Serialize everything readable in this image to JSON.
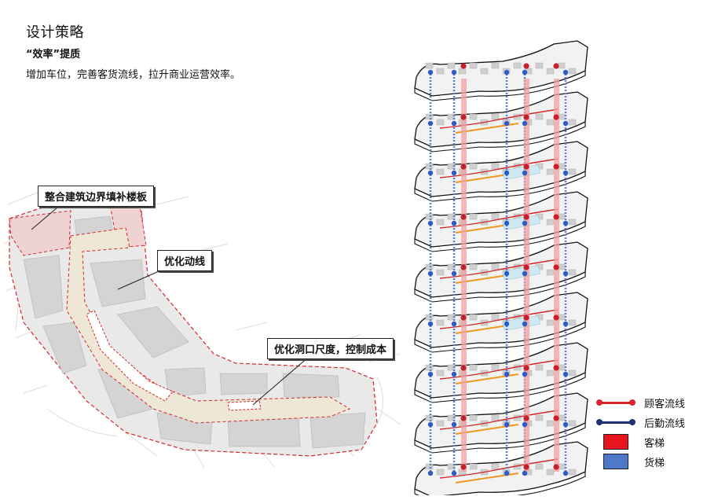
{
  "header": {
    "title": "设计策略",
    "subtitle": "“效率”提质",
    "description": "增加车位，完善客货流线，拉升商业运营效率。"
  },
  "callouts": [
    {
      "id": "boundary",
      "label": "整合建筑边界填补楼板"
    },
    {
      "id": "circulation",
      "label": "优化动线"
    },
    {
      "id": "openings",
      "label": "优化洞口尺度，控制成本"
    }
  ],
  "legend": [
    {
      "id": "customer-flow",
      "label": "顾客流线",
      "kind": "line",
      "color": "#d6262a"
    },
    {
      "id": "logistics-flow",
      "label": "后勤流线",
      "kind": "line",
      "color": "#1d3270"
    },
    {
      "id": "passenger-lift",
      "label": "客梯",
      "kind": "box",
      "color": "#e8141e"
    },
    {
      "id": "freight-lift",
      "label": "货梯",
      "kind": "box",
      "color": "#4f78c8"
    }
  ],
  "colors": {
    "boundary_fill": "#efd2d2",
    "corridor_fill": "#efe7d6",
    "building_fill": "#d9d9d9",
    "dashed_red": "#d6262a",
    "orange_arrow": "#f0961e",
    "void_blue": "#cfe9f2"
  }
}
